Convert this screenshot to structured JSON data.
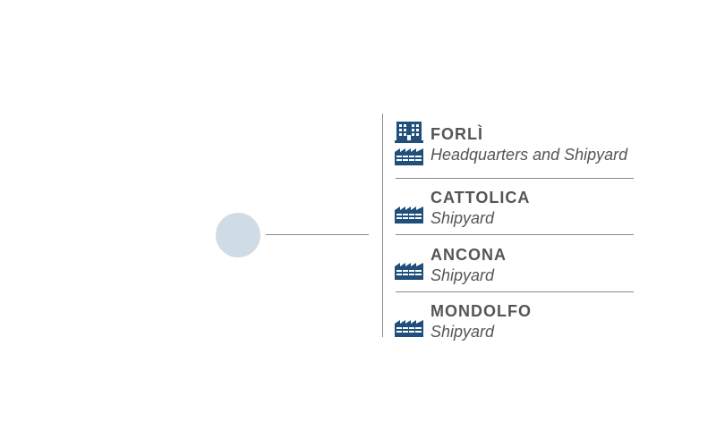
{
  "locations": [
    {
      "name": "FORLÌ",
      "description": "Headquarters and Shipyard",
      "icons": [
        "office-building-icon",
        "factory-icon"
      ]
    },
    {
      "name": "CATTOLICA",
      "description": "Shipyard",
      "icons": [
        "factory-icon"
      ]
    },
    {
      "name": "ANCONA",
      "description": "Shipyard",
      "icons": [
        "factory-icon"
      ]
    },
    {
      "name": "MONDOLFO",
      "description": "Shipyard",
      "icons": [
        "factory-icon"
      ]
    }
  ],
  "colors": {
    "node": "#cfdce6",
    "lines": "#8a8a8a",
    "icon": "#1f4f7a",
    "text": "#555555"
  }
}
